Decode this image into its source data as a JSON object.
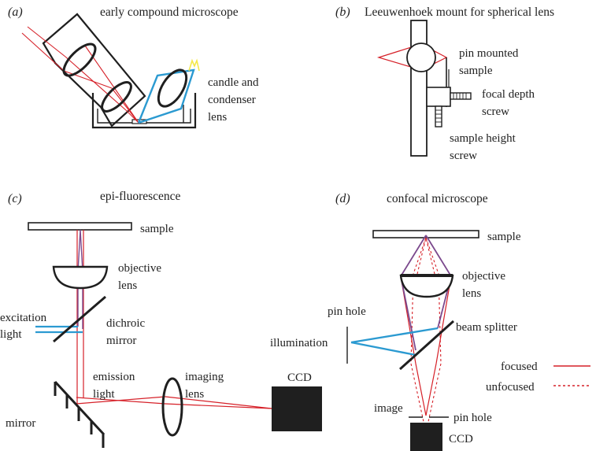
{
  "colors": {
    "red": "#d62028",
    "blue": "#2b9ad1",
    "purple": "#7b4a8e",
    "dark": "#1f1f1f",
    "yellow": "#f4e84a"
  },
  "panel_a": {
    "letter": "(a)",
    "title": "early compound microscope",
    "label_candle": "candle and",
    "label_condenser": "condenser",
    "label_lens": "lens"
  },
  "panel_b": {
    "letter": "(b)",
    "title": "Leeuwenhoek mount for spherical lens",
    "label_pin1": "pin mounted",
    "label_pin2": "sample",
    "label_focal1": "focal depth",
    "label_focal2": "screw",
    "label_height1": "sample height",
    "label_height2": "screw"
  },
  "panel_c": {
    "letter": "(c)",
    "title": "epi-fluorescence",
    "label_sample": "sample",
    "label_objective1": "objective",
    "label_objective2": "lens",
    "label_excitation1": "excitation",
    "label_excitation2": "light",
    "label_dichroic1": "dichroic",
    "label_dichroic2": "mirror",
    "label_emission1": "emission",
    "label_emission2": "light",
    "label_imaging1": "imaging",
    "label_imaging2": "lens",
    "label_mirror": "mirror",
    "label_ccd": "CCD"
  },
  "panel_d": {
    "letter": "(d)",
    "title": "confocal microscope",
    "label_sample": "sample",
    "label_objective1": "objective",
    "label_objective2": "lens",
    "label_pinhole_top": "pin hole",
    "label_illumination": "illumination",
    "label_beamsplitter": "beam splitter",
    "label_focused": "focused",
    "label_unfocused": "unfocused",
    "label_image": "image",
    "label_pinhole_bottom": "pin hole",
    "label_ccd": "CCD"
  }
}
